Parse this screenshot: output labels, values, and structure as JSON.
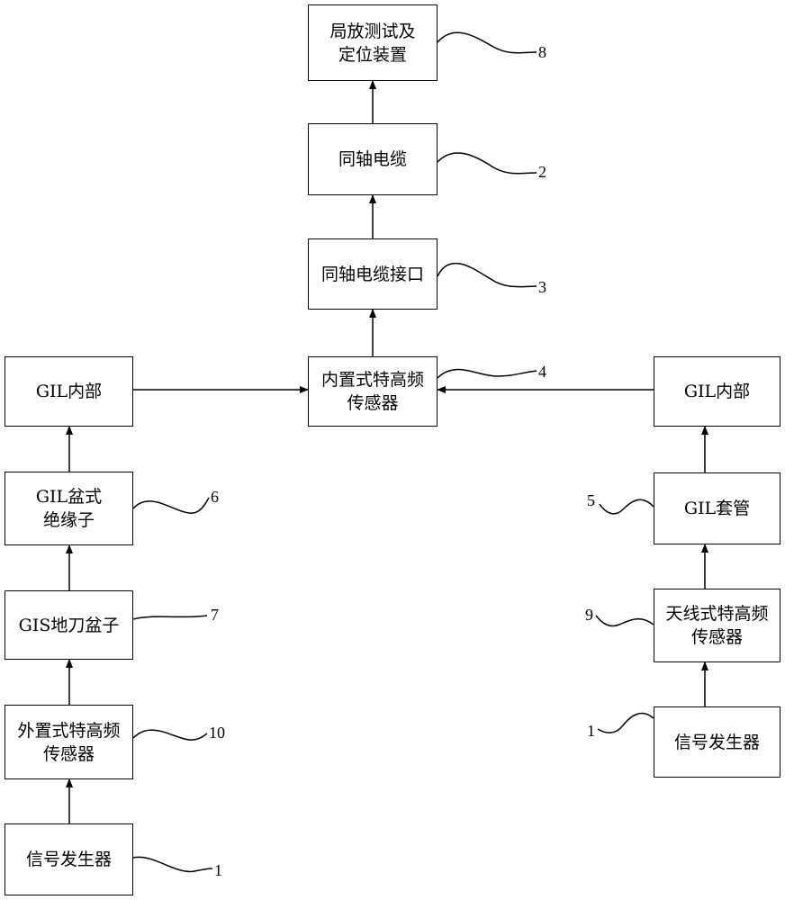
{
  "boxes": {
    "pd_device": {
      "line1": "局放测试及",
      "line2": "定位装置"
    },
    "coax_cable": {
      "label": "同轴电缆"
    },
    "coax_interface": {
      "label": "同轴电缆接口"
    },
    "builtin_sensor": {
      "line1": "内置式特高频",
      "line2": "传感器"
    },
    "gil_inner_left": {
      "label": "GIL内部"
    },
    "gil_inner_right": {
      "label": "GIL内部"
    },
    "gil_insulator": {
      "line1": "GIL盆式",
      "line2": "绝缘子"
    },
    "gil_bushing": {
      "label": "GIL套管"
    },
    "gis_disconnector": {
      "label": "GIS地刀盆子"
    },
    "antenna_sensor": {
      "line1": "天线式特高频",
      "line2": "传感器"
    },
    "external_sensor": {
      "line1": "外置式特高频",
      "line2": "传感器"
    },
    "signal_gen_left": {
      "label": "信号发生器"
    },
    "signal_gen_right": {
      "label": "信号发生器"
    }
  },
  "callouts": {
    "pd_device": "8",
    "coax_cable": "2",
    "coax_interface": "3",
    "builtin_sensor": "4",
    "gil_insulator": "6",
    "gil_bushing": "5",
    "gis_disconnector": "7",
    "antenna_sensor": "9",
    "external_sensor": "10",
    "signal_gen_left": "1",
    "signal_gen_right": "1"
  }
}
